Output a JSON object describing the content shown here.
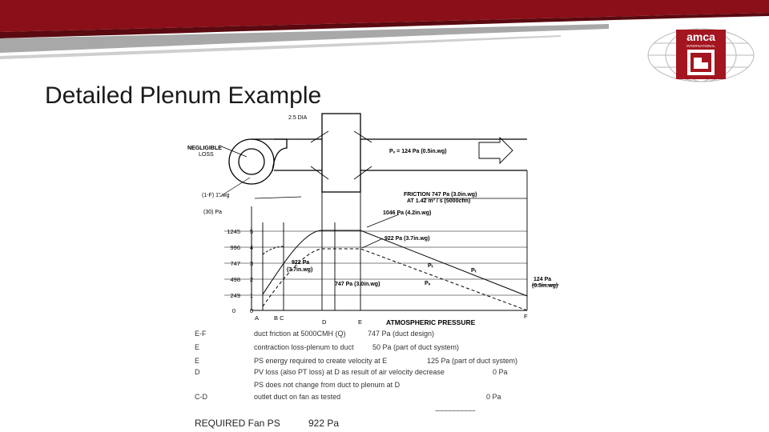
{
  "slide": {
    "title": "Detailed Plenum Example",
    "colors": {
      "header_red": "#8b0f18",
      "header_gray": "#9a9a9a",
      "logo_red": "#a3151f"
    }
  },
  "logo": {
    "icon": "amca-globe-logo",
    "line1": "amca",
    "line2": "INTERNATIONAL"
  },
  "diagram": {
    "top_label": "2.5 DIA",
    "negligible_loss": [
      "NEGLIGIBLE",
      "LOSS"
    ],
    "pv_label": "Pᵥ = 124 Pa (0.5in.wg)",
    "friction_label": "FRICTION 747 Pa (3.0in.wg)",
    "friction_sub": "AT 1.42 m³ / s (5000cfm)",
    "left_in": "(1-F) 1\".wg",
    "left_pa": "(30) Pa",
    "y_pa": [
      "1245",
      "996",
      "747",
      "498",
      "249",
      "0"
    ],
    "y_in": [
      "5",
      "4",
      "3",
      "2",
      "1",
      "0"
    ],
    "p1046": "1046 Pa (4.2in.wg)",
    "p922_right": "922 Pa (3.7in.wg)",
    "p922_left": [
      "922 Pa",
      "(3.7in.wg)"
    ],
    "p747": "747 Pa (3.0in.wg)",
    "pt": "Pₜ",
    "ps": "Pₛ",
    "pt2": "Pₜ",
    "p124": [
      "124 Pa",
      "(0.5in.wg)"
    ],
    "x_labels": [
      "A",
      "B C",
      "D",
      "E",
      "F"
    ],
    "atmospheric": "ATMOSPHERIC PRESSURE"
  },
  "table": {
    "rows": [
      {
        "code": "E-F",
        "desc": "duct friction at 5000CMH (Q)",
        "value": "747 Pa (duct design)"
      },
      {
        "code": "E",
        "desc": "contraction loss-plenum to duct",
        "value": "50 Pa (part of duct system)"
      },
      {
        "code": "E",
        "desc": "PS energy required to create velocity at E",
        "value": "125 Pa (part of duct system)"
      },
      {
        "code": "D",
        "desc": "PV loss (also PT loss) at D as result of air velocity decrease",
        "value": "0 Pa"
      },
      {
        "code": "",
        "desc": "PS does not change from duct to plenum at D",
        "value": ""
      },
      {
        "code": "C-D",
        "desc": "outlet duct on fan as tested",
        "value": "0 Pa"
      }
    ],
    "dashes": "--------------------",
    "required_label": "REQUIRED Fan PS",
    "required_value": "922 Pa"
  }
}
